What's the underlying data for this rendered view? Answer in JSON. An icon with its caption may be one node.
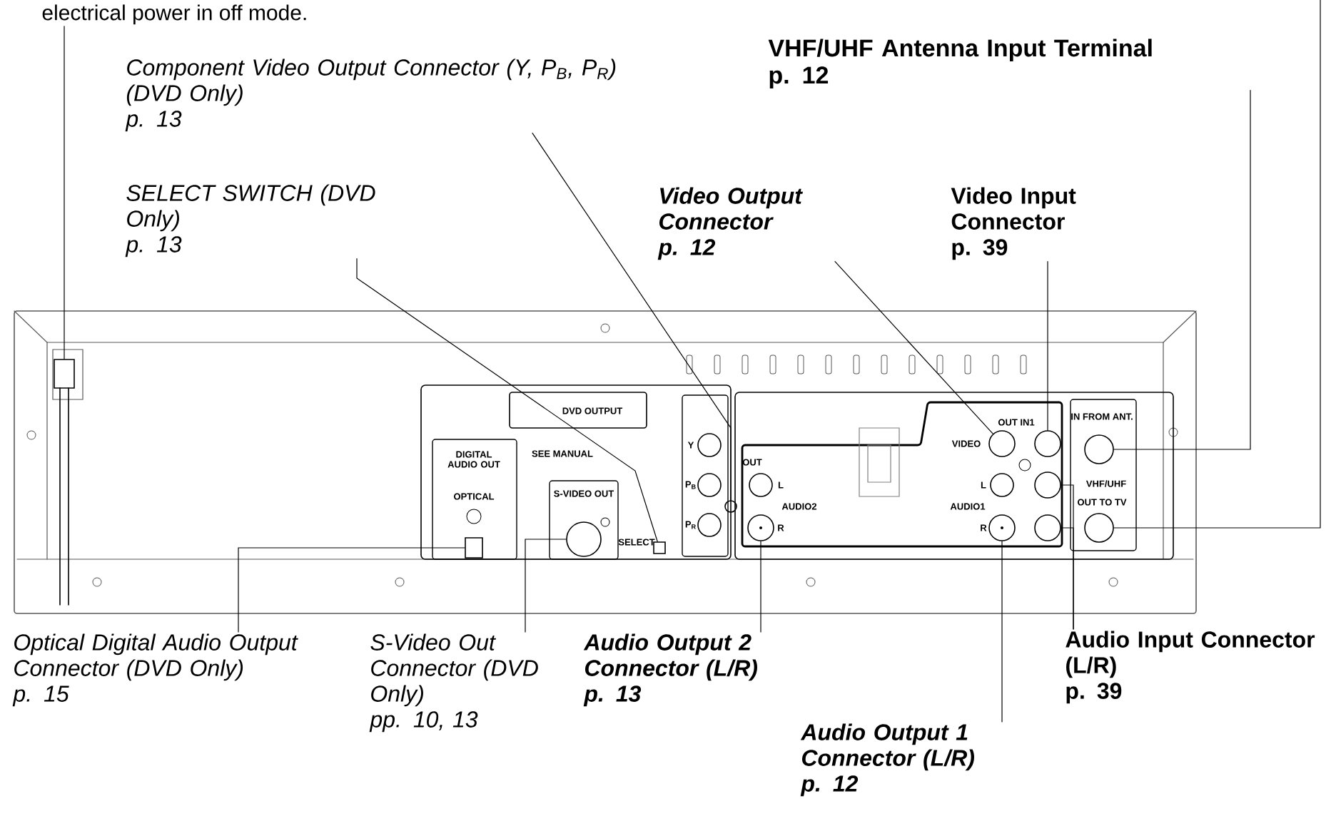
{
  "diagram": {
    "nodes": [
      {
        "text": [
          "electrical power in off mode."
        ]
      },
      {
        "text": [
          "Component Video Output Connector (Y, P$_{B}$, P$_{R}$) (DVD Only)",
          "p. 13"
        ]
      },
      {
        "text": [
          "SELECT SWITCH (DVD Only)",
          "p. 13"
        ]
      },
      {
        "text": [
          "VHF/UHF Antenna Input Terminal",
          "p. 12"
        ]
      },
      {
        "text": [
          "Video Output Connector",
          "p. 12"
        ]
      },
      {
        "text": [
          "Video Input Connector",
          "p. 39"
        ]
      },
      {
        "text": [
          "Optical Digital Audio Output Connector (DVD Only)",
          "p. 15"
        ]
      },
      {
        "text": [
          "S-Video Out Connector (DVD Only)",
          "pp. 10, 13"
        ]
      },
      {
        "text": [
          "Audio Output 2 Connector (L/R)",
          "p. 13"
        ]
      },
      {
        "text": [
          "Audio Output 1 Connector (L/R)",
          "p. 12"
        ]
      },
      {
        "text": [
          "Audio Input Connector (L/R)",
          "p. 39"
        ]
      },
      {
        "text": [],
        "shape": "box"
      },
      {
        "text": [],
        "shape": "circle"
      },
      {
        "text": [],
        "shape": "box"
      },
      {
        "text": [],
        "shape": "circle"
      },
      {
        "text": [],
        "shape": "circle"
      },
      {
        "text": [],
        "shape": "circle"
      },
      {
        "text": [],
        "shape": "circle"
      },
      {
        "text": [],
        "shape": "box"
      },
      {
        "text": [],
        "shape": "circle"
      },
      {
        "text": [],
        "shape": "circle"
      },
      {
        "text": [],
        "shape": "circle"
      },
      {
        "text": [],
        "shape": "circle"
      },
      {
        "text": [],
        "shape": "circle"
      }
    ],
    "edges": [
      {
        "from": 0,
        "to": 11,
        "arrow": "none"
      },
      {
        "from": 1,
        "to": 12,
        "arrow": "none"
      },
      {
        "from": 2,
        "to": 13,
        "arrow": "none"
      },
      {
        "from": 3,
        "to": 16,
        "arrow": "none"
      },
      {
        "from": 4,
        "to": 14,
        "arrow": "none"
      },
      {
        "from": 5,
        "to": 15,
        "arrow": "none"
      },
      {
        "from": null,
        "to": 17,
        "arrow": "none"
      },
      {
        "from": 6,
        "to": 18,
        "arrow": "none"
      },
      {
        "from": 7,
        "to": 19,
        "arrow": "none"
      },
      {
        "from": 8,
        "to": 20,
        "arrow": "none"
      },
      {
        "from": 9,
        "to": 21,
        "arrow": "none"
      },
      {
        "from": 10,
        "to": 22,
        "arrow": "none"
      },
      {
        "from": 10,
        "to": 23,
        "arrow": "none"
      }
    ],
    "labels": [
      "DVD OUTPUT",
      "DIGITAL AUDIO OUT",
      "SEE MANUAL",
      "OPTICAL",
      "S-VIDEO OUT",
      "SELECT",
      "Y",
      "P$_{B}$",
      "P$_{R}$",
      "OUT",
      "L",
      "AUDIO2",
      "R",
      "OUT IN1",
      "VIDEO",
      "L",
      "AUDIO1",
      "R",
      "IN FROM ANT.",
      "VHF/UHF",
      "OUT TO TV"
    ]
  }
}
